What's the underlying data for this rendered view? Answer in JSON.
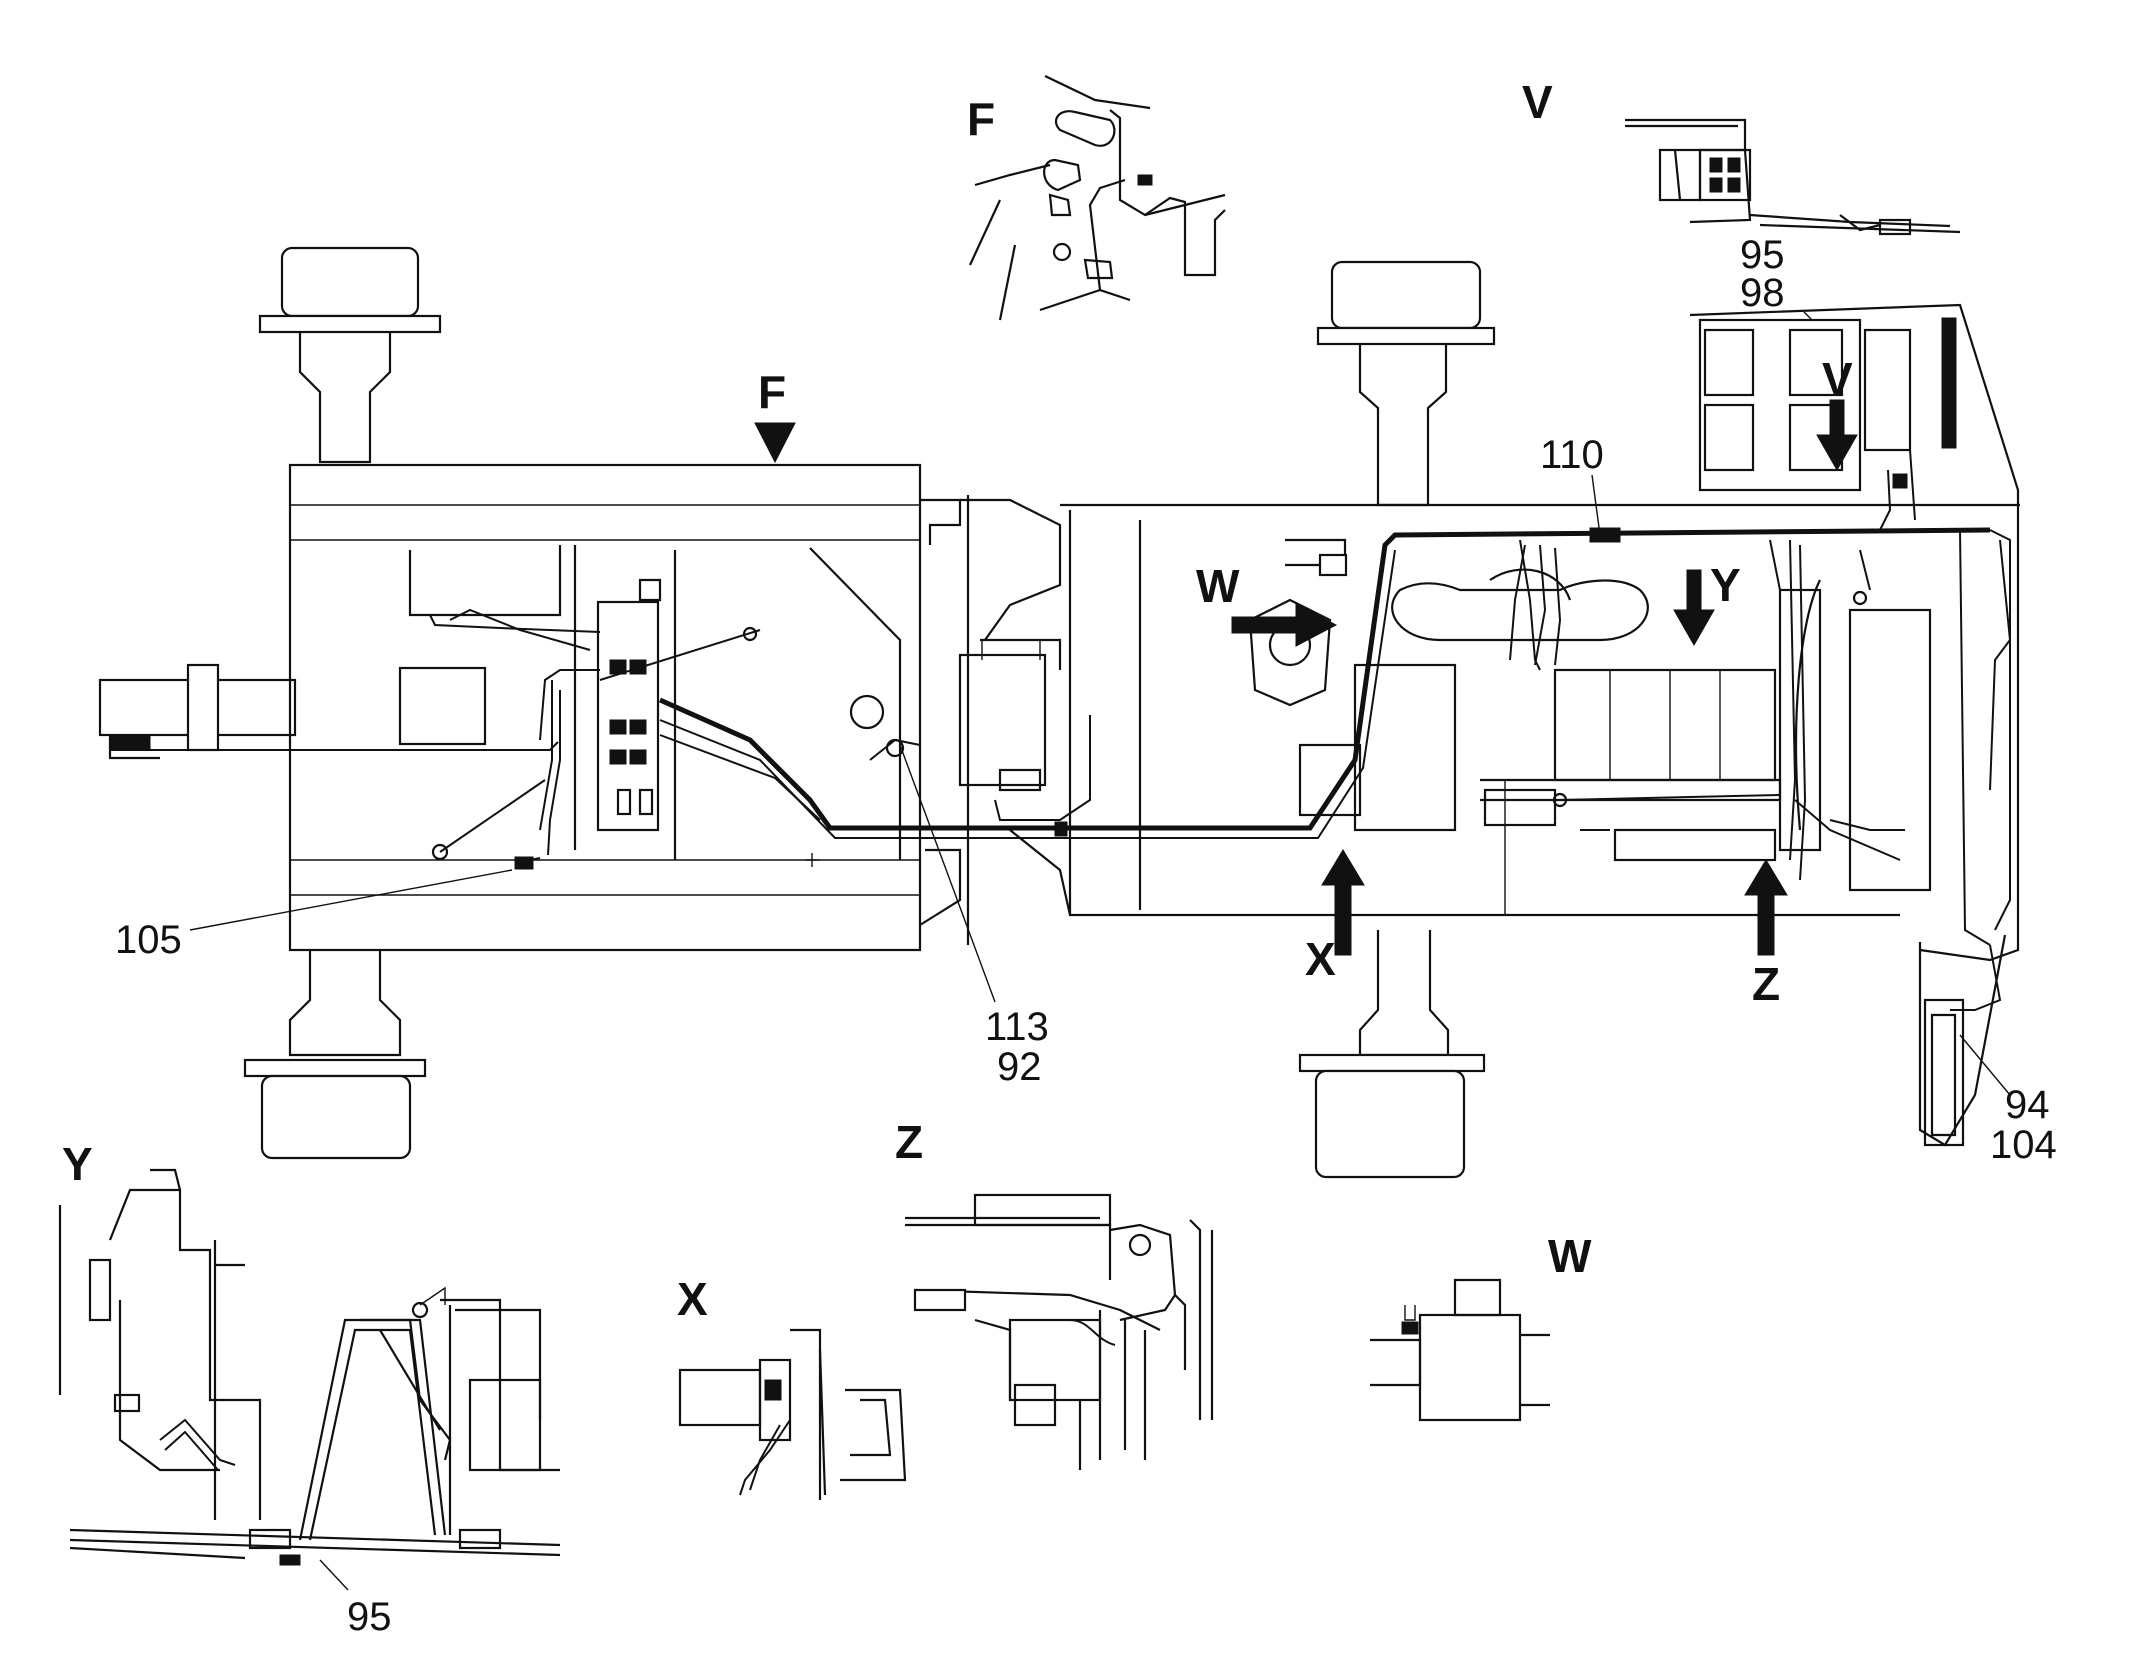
{
  "view_letters": {
    "f_top": "F",
    "f_arrow": "F",
    "v_top": "V",
    "v_arrow": "V",
    "w_arrow": "W",
    "x_arrow": "X",
    "y_arrow": "Y",
    "z_arrow": "Z",
    "y_detail": "Y",
    "z_detail": "Z",
    "x_detail": "X",
    "w_detail": "W"
  },
  "callouts": {
    "c95_top": "95",
    "c98": "98",
    "c110": "110",
    "c105": "105",
    "c113": "113",
    "c92": "92",
    "c94": "94",
    "c104": "104",
    "c95_bottom": "95"
  }
}
